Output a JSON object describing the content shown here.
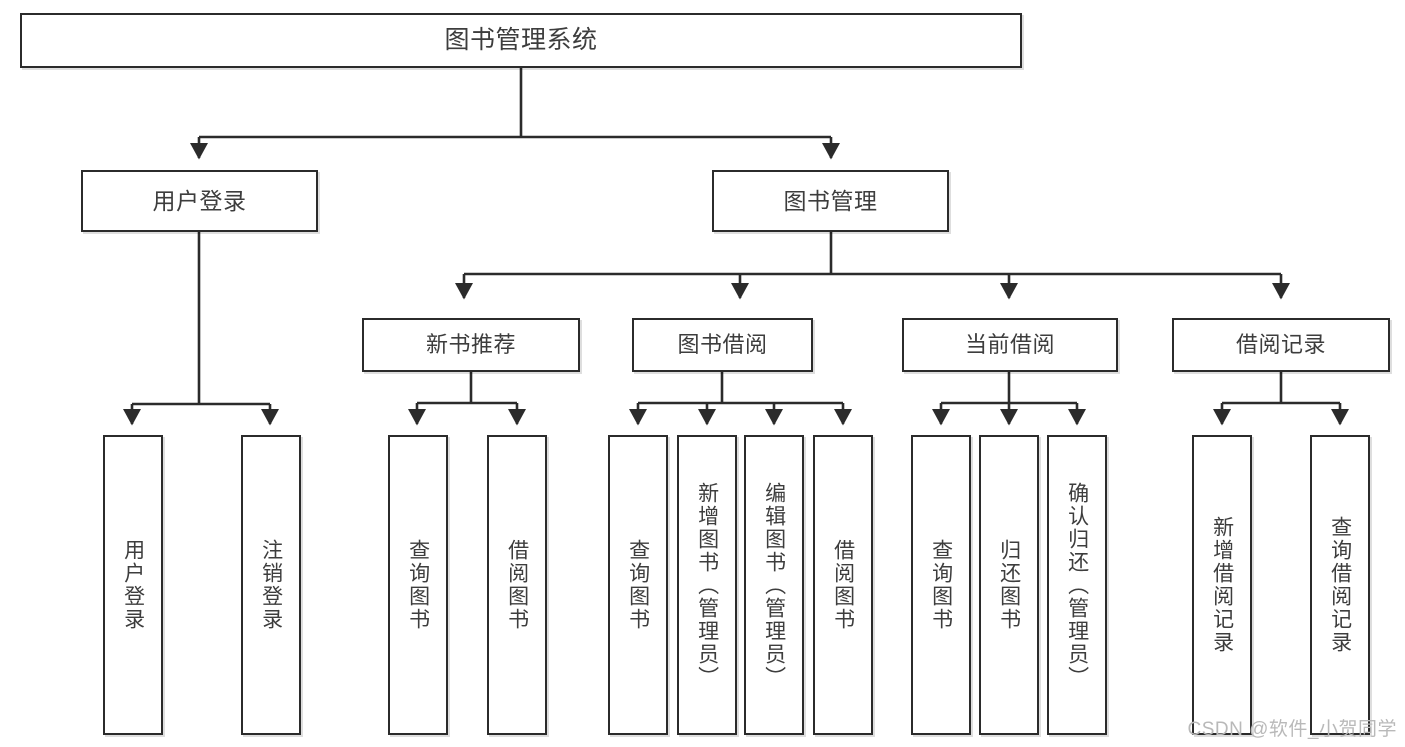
{
  "diagram": {
    "title": "图书管理系统",
    "watermark": "CSDN @软件_小贺同学",
    "colors": {
      "box_border": "#2b2b2b",
      "box_fill": "#ffffff",
      "text": "#3d3d3d",
      "connector": "#2b2b2b",
      "watermark": "#b9b9b9"
    },
    "levels": {
      "root": [
        "图书管理系统"
      ],
      "level2": [
        "用户登录",
        "图书管理"
      ],
      "level3": [
        "新书推荐",
        "图书借阅",
        "当前借阅",
        "借阅记录"
      ],
      "leaves": [
        "用户登录",
        "注销登录",
        "查询图书",
        "借阅图书",
        "查询图书",
        "新增图书（管理员）",
        "编辑图书（管理员）",
        "借阅图书",
        "查询图书",
        "归还图书",
        "确认归还（管理员）",
        "新增借阅记录",
        "查询借阅记录"
      ]
    },
    "nodes": {
      "root": {
        "label": "图书管理系统"
      },
      "user_login": {
        "label": "用户登录"
      },
      "book_mgmt": {
        "label": "图书管理"
      },
      "new_book_rec": {
        "label": "新书推荐"
      },
      "book_borrow": {
        "label": "图书借阅"
      },
      "current_borrow": {
        "label": "当前借阅"
      },
      "borrow_record": {
        "label": "借阅记录"
      },
      "leaf_user_login": {
        "label": "用户登录"
      },
      "leaf_logout": {
        "label": "注销登录"
      },
      "leaf_query_book_1": {
        "label": "查询图书"
      },
      "leaf_borrow_book_1": {
        "label": "借阅图书"
      },
      "leaf_query_book_2": {
        "label": "查询图书"
      },
      "leaf_add_book": {
        "label": "新增图书（管理员）"
      },
      "leaf_edit_book": {
        "label": "编辑图书（管理员）"
      },
      "leaf_borrow_book_2": {
        "label": "借阅图书"
      },
      "leaf_query_book_3": {
        "label": "查询图书"
      },
      "leaf_return_book": {
        "label": "归还图书"
      },
      "leaf_confirm_return": {
        "label": "确认归还（管理员）"
      },
      "leaf_add_record": {
        "label": "新增借阅记录"
      },
      "leaf_query_record": {
        "label": "查询借阅记录"
      }
    },
    "edges": [
      {
        "from": "root",
        "to": "user_login"
      },
      {
        "from": "root",
        "to": "book_mgmt"
      },
      {
        "from": "user_login",
        "to": "leaf_user_login"
      },
      {
        "from": "user_login",
        "to": "leaf_logout"
      },
      {
        "from": "book_mgmt",
        "to": "new_book_rec"
      },
      {
        "from": "book_mgmt",
        "to": "book_borrow"
      },
      {
        "from": "book_mgmt",
        "to": "current_borrow"
      },
      {
        "from": "book_mgmt",
        "to": "borrow_record"
      },
      {
        "from": "new_book_rec",
        "to": "leaf_query_book_1"
      },
      {
        "from": "new_book_rec",
        "to": "leaf_borrow_book_1"
      },
      {
        "from": "book_borrow",
        "to": "leaf_query_book_2"
      },
      {
        "from": "book_borrow",
        "to": "leaf_add_book"
      },
      {
        "from": "book_borrow",
        "to": "leaf_edit_book"
      },
      {
        "from": "book_borrow",
        "to": "leaf_borrow_book_2"
      },
      {
        "from": "current_borrow",
        "to": "leaf_query_book_3"
      },
      {
        "from": "current_borrow",
        "to": "leaf_return_book"
      },
      {
        "from": "current_borrow",
        "to": "leaf_confirm_return"
      },
      {
        "from": "borrow_record",
        "to": "leaf_add_record"
      },
      {
        "from": "borrow_record",
        "to": "leaf_query_record"
      }
    ]
  }
}
